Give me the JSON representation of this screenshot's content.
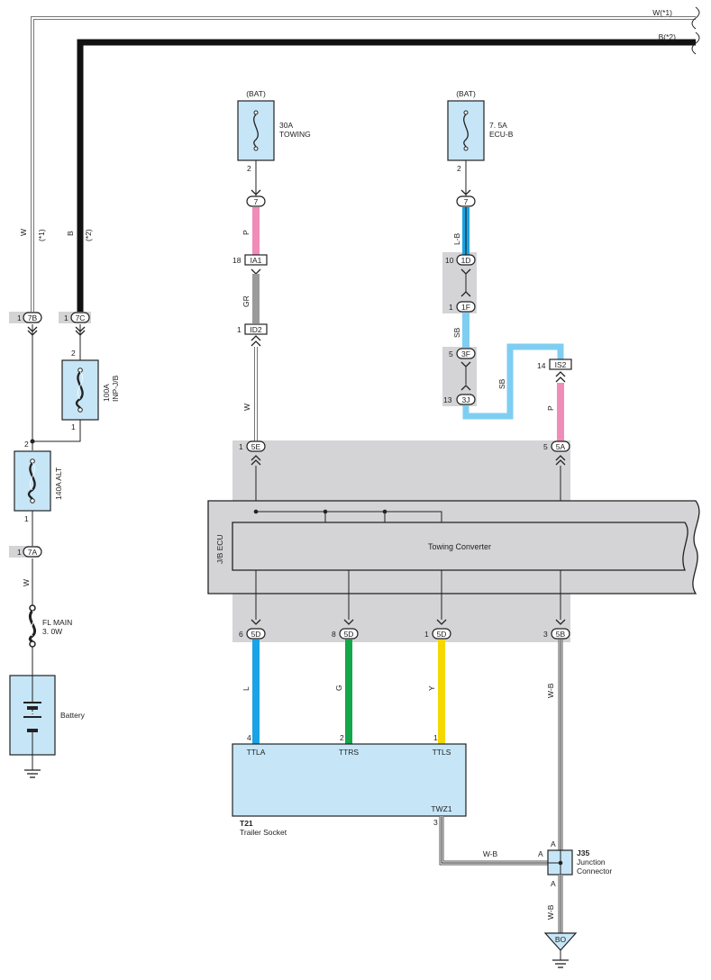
{
  "wires_top": {
    "w1": "W(*1)",
    "b2": "B(*2)"
  },
  "left_wires": {
    "w_color": "W",
    "w_note": "(*1)",
    "b_color": "B",
    "b_note": "(*2)"
  },
  "fuses": {
    "towing": {
      "source": "(BAT)",
      "rating": "30A",
      "name": "TOWING",
      "pin": "2"
    },
    "ecub": {
      "source": "(BAT)",
      "rating": "7. 5A",
      "name": "ECU-B",
      "pin": "2"
    },
    "inp": {
      "rating": "100A",
      "name": "INP-J/B",
      "pin_top": "2",
      "pin_bottom": "1"
    },
    "alt": {
      "label": "140A ALT",
      "pin_top": "2",
      "pin_bottom": "1"
    },
    "flmain": {
      "name": "FL MAIN",
      "rating": "3. 0W"
    }
  },
  "battery": {
    "label": "Battery"
  },
  "connectors": {
    "c7b": {
      "pin": "1",
      "code": "7B"
    },
    "c7c": {
      "pin": "1",
      "code": "7C"
    },
    "c7a": {
      "pin": "1",
      "code": "7A"
    },
    "c7_tow": {
      "code": "7"
    },
    "c7_ecu": {
      "code": "7"
    },
    "ia1": {
      "pin": "18",
      "code": "IA1"
    },
    "id2": {
      "pin": "1",
      "code": "ID2"
    },
    "c1d": {
      "pin": "10",
      "code": "1D"
    },
    "c1f": {
      "pin": "1",
      "code": "1F"
    },
    "c3f": {
      "pin": "5",
      "code": "3F"
    },
    "c3j": {
      "pin": "13",
      "code": "3J"
    },
    "is2": {
      "pin": "14",
      "code": "IS2"
    },
    "c5e": {
      "pin": "1",
      "code": "5E"
    },
    "c5a": {
      "pin": "5",
      "code": "5A"
    },
    "c5d_l": {
      "pin": "6",
      "code": "5D"
    },
    "c5d_g": {
      "pin": "8",
      "code": "5D"
    },
    "c5d_y": {
      "pin": "1",
      "code": "5D"
    },
    "c5b": {
      "pin": "3",
      "code": "5B"
    }
  },
  "wire_colors": {
    "p_top": "P",
    "gr": "GR",
    "w_mid": "W",
    "w_left": "W",
    "lb": "L-B",
    "sb1": "SB",
    "sb2": "SB",
    "p_right": "P",
    "l": "L",
    "g": "G",
    "y": "Y",
    "wb_right": "W-B",
    "wb_bottom": "W-B",
    "wb_h": "W-B"
  },
  "ecu": {
    "block": "J/B ECU",
    "module": "Towing Converter"
  },
  "trailer": {
    "id": "T21",
    "name": "Trailer Socket",
    "pins": {
      "ttla": "TTLA",
      "ttrs": "TTRS",
      "ttls": "TTLS",
      "twz1": "TWZ1"
    },
    "pin_numbers": {
      "ttla": "4",
      "ttrs": "2",
      "ttls": "1",
      "twz1": "3"
    }
  },
  "junction": {
    "id": "J35",
    "line1": "Junction",
    "line2": "Connector",
    "pin_a_top": "A",
    "pin_a_left": "A",
    "pin_a_bottom": "A"
  },
  "ground": {
    "code": "BO"
  },
  "colors": {
    "pink": "#f08cb8",
    "blue": "#1aa3e6",
    "lightblue": "#7fcef2",
    "green": "#13a64a",
    "yellow": "#f5d800",
    "gray": "#9a9a9c",
    "panel": "#d4d4d6",
    "box": "#c6e6f7"
  }
}
